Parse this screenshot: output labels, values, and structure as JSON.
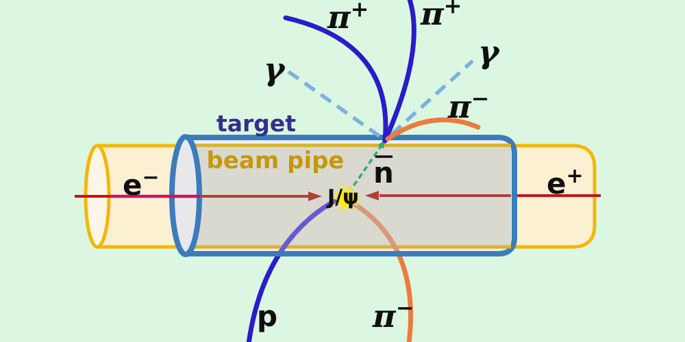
{
  "scene": {
    "background": "#dbf7e1"
  },
  "labels": {
    "target": "target",
    "beam_pipe": "beam pipe",
    "jpsi": "J/ψ",
    "antineutron": "n",
    "proton": "p",
    "electron": {
      "base": "e",
      "sup": "−"
    },
    "positron": {
      "base": "e",
      "sup": "+"
    },
    "pi_plus_left": {
      "base": "π",
      "sup": "+"
    },
    "pi_plus_right": {
      "base": "π",
      "sup": "+"
    },
    "pi_minus_upper": {
      "base": "π",
      "sup": "−"
    },
    "pi_minus_lower": {
      "base": "π",
      "sup": "−"
    },
    "gamma_left": "γ",
    "gamma_right": "γ"
  },
  "colors": {
    "background": "#dbf7e1",
    "target_outline": "#3c7cba",
    "target_fill": "#f0efe7",
    "target_inner_fill": "#dad9d0",
    "target_end_fill": "#e8e8ea",
    "beam_pipe_outline": "#f3b705",
    "beam_pipe_fill": "#fcf0d2",
    "beam_pipe_end_fill": "#fdf6e8",
    "beam_pipe_muted_gold": "#dcb23c",
    "beam_red": "#c31313",
    "beam_crimson": "#cc1260",
    "beam_red_muted": "#ae4038",
    "track_blue": "#2a1cc9",
    "track_blue_muted": "#675ccf",
    "track_orange": "#ea7c3e",
    "track_orange_muted": "#d69a79",
    "gamma_blue": "#7fb0dd",
    "antineutron_green": "#2fae74",
    "flash_yellow": "#ffee00",
    "target_label_color": "#343089",
    "beam_pipe_label_color": "#c6970b",
    "label_black": "#0f0f0f"
  }
}
